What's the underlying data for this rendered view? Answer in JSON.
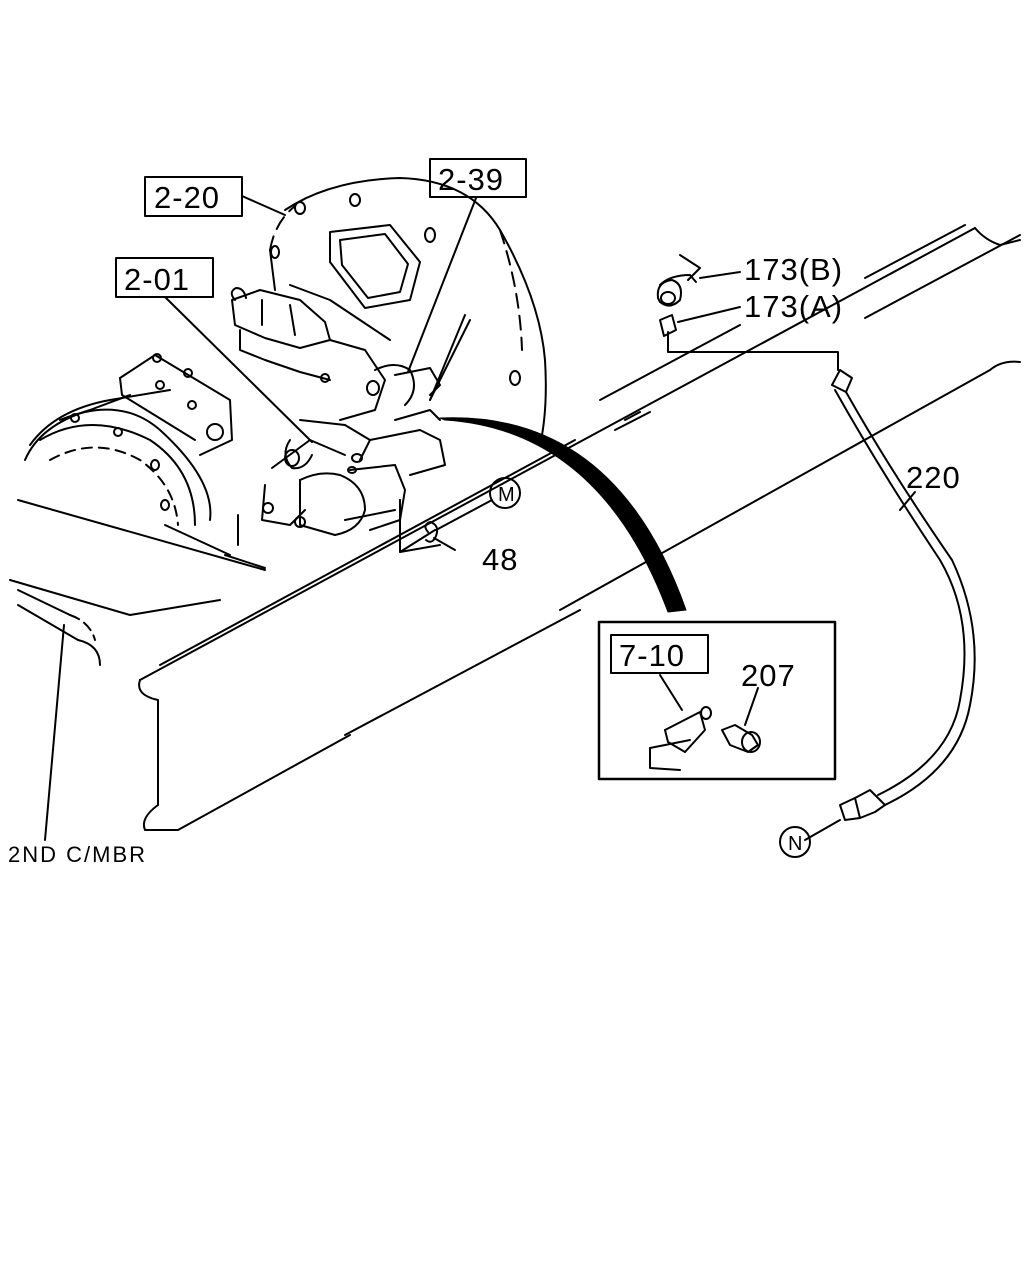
{
  "callouts": {
    "ref_2_20": "2-20",
    "ref_2_39": "2-39",
    "ref_2_01": "2-01",
    "ref_7_10": "7-10",
    "part_173b": "173(B)",
    "part_173a": "173(A)",
    "part_220": "220",
    "part_48": "48",
    "part_207": "207",
    "connector_m": "M",
    "connector_n": "N",
    "member_label": "2ND C/MBR"
  },
  "colors": {
    "line": "#000000",
    "background": "#ffffff"
  }
}
